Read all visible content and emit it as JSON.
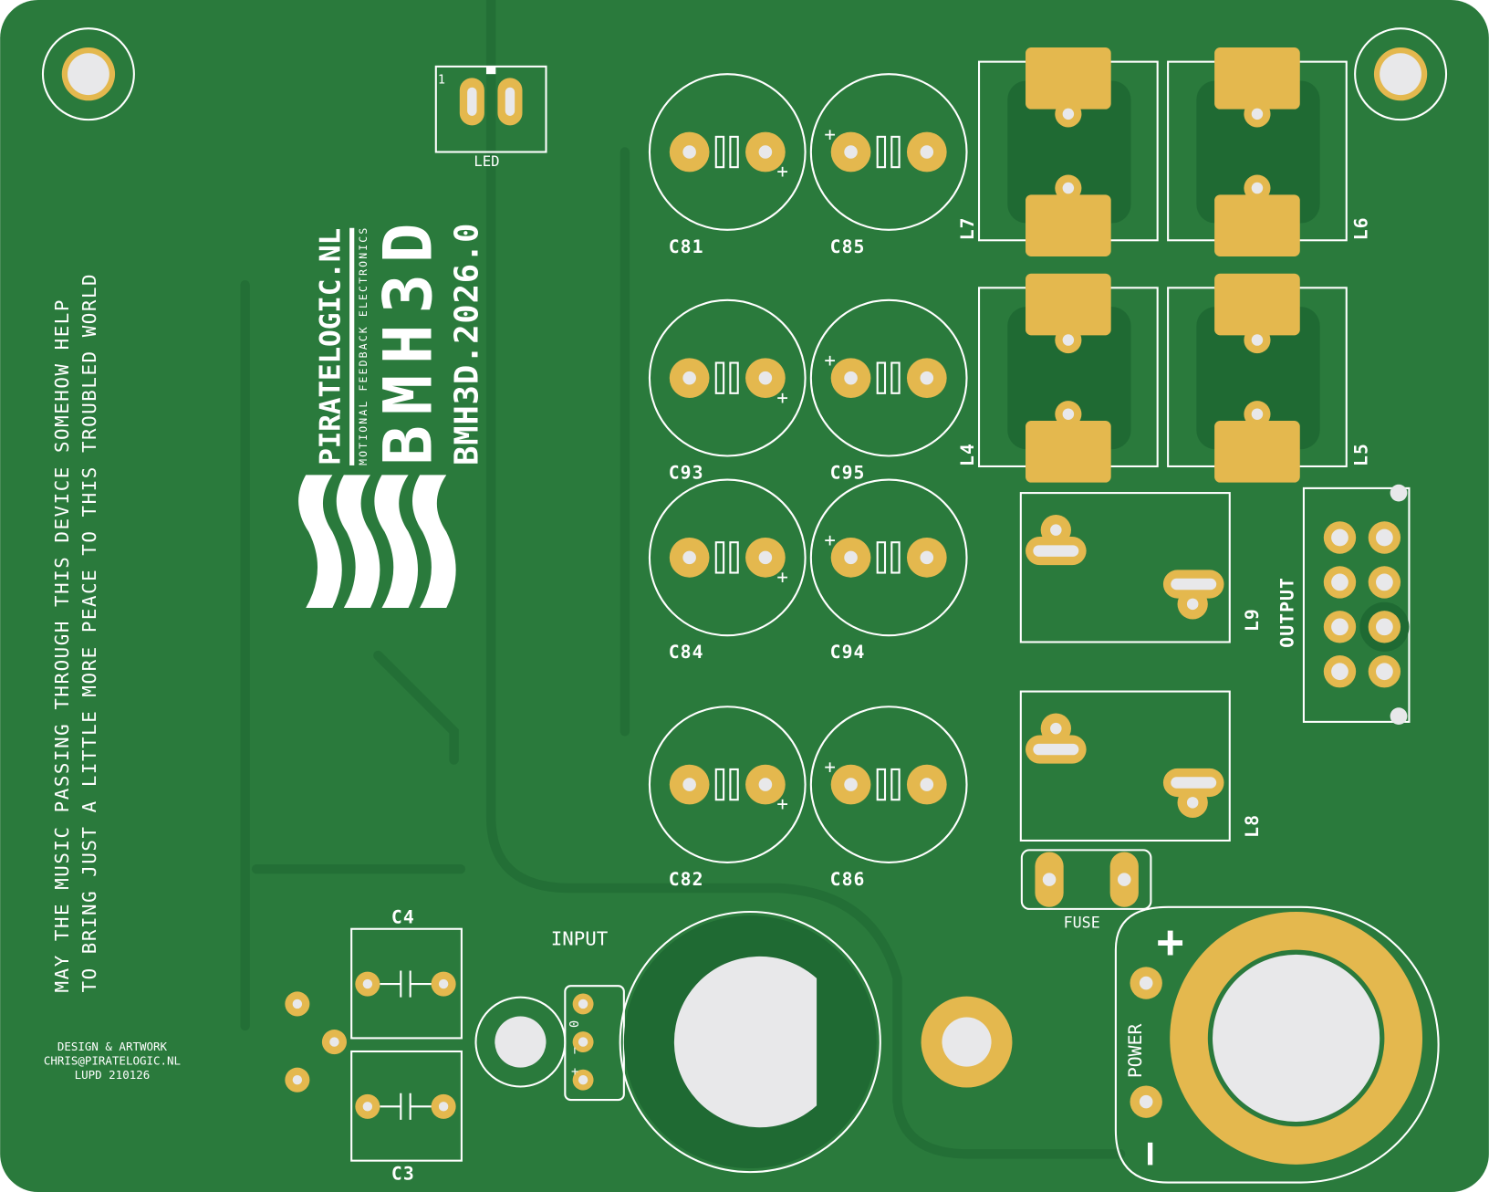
{
  "board": {
    "colors": {
      "soldermask": "#2a7a3c",
      "copper_pour": "#1f6a33",
      "pad": "#e4b84e",
      "hole": "#e8e8ea",
      "silkscreen": "#ffffff"
    },
    "message_line1": "MAY THE MUSIC PASSING THROUGH THIS DEVICE SOMEHOW HELP",
    "message_line2": "TO BRING JUST A LITTLE MORE PEACE TO THIS TROUBLED WORLD",
    "credits": [
      "DESIGN & ARTWORK",
      "CHRIS@PIRATELOGIC.NL",
      "LUPD 210126"
    ],
    "logo": {
      "brand": "PIRATELOGIC.NL",
      "tagline": "MOTIONAL FEEDBACK ELECTRONICS",
      "product": "BMH3D",
      "version": "BMH3D.2026.0"
    }
  },
  "components": {
    "led": {
      "label": "LED",
      "pin1": "1"
    },
    "capacitors": [
      "C81",
      "C85",
      "C93",
      "C95",
      "C84",
      "C94",
      "C82",
      "C86"
    ],
    "inductors": [
      "L7",
      "L6",
      "L4",
      "L5",
      "L9",
      "L8"
    ],
    "fuse": "FUSE",
    "output": "OUTPUT",
    "input": {
      "label": "INPUT",
      "pins": [
        "0",
        "−",
        "+"
      ]
    },
    "power": {
      "label": "POWER",
      "plus": "+",
      "minus": "−"
    },
    "small_caps": [
      "C4",
      "C3"
    ],
    "polarity_mark": "+"
  }
}
